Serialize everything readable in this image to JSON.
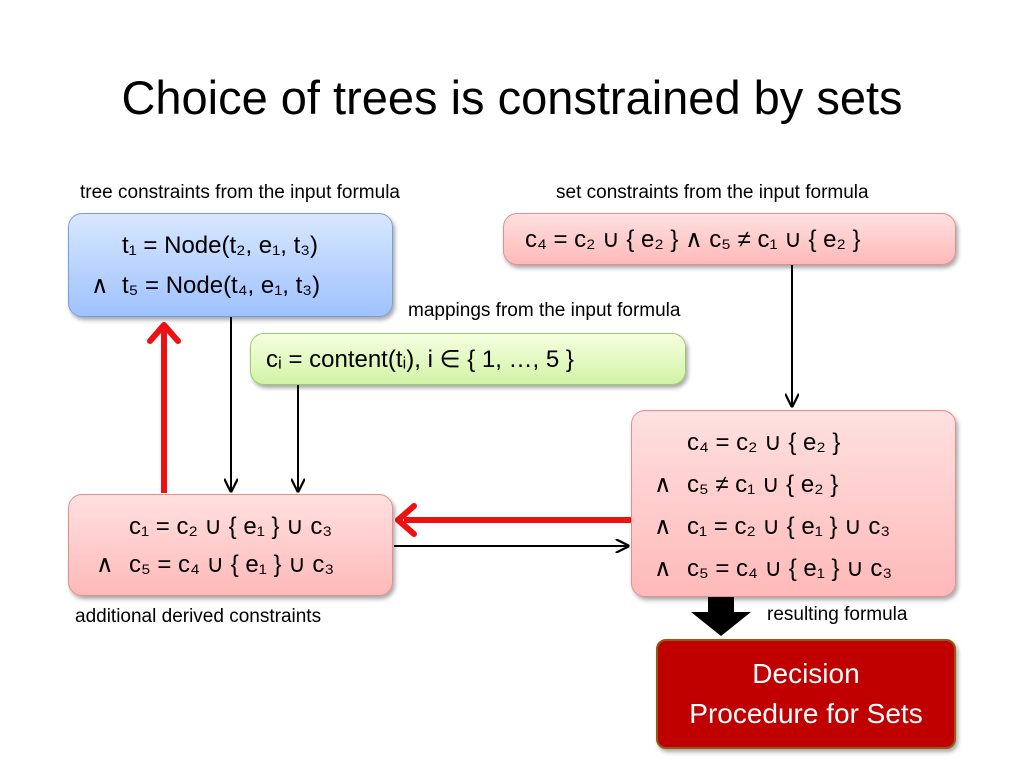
{
  "title": "Choice of trees is constrained by sets",
  "labels": {
    "tree_constraints": "tree constraints from the input formula",
    "set_constraints": "set constraints from the input formula",
    "mappings": "mappings from the input formula",
    "derived": "additional derived constraints",
    "resulting": "resulting formula"
  },
  "boxes": {
    "tree": {
      "line1": "t₁ = Node(t₂, e₁, t₃)",
      "op2": "∧",
      "line2": "t₅ = Node(t₄, e₁, t₃)"
    },
    "set": {
      "line1": "c₄ = c₂ ∪ { e₂ } ∧ c₅ ≠ c₁ ∪ { e₂ }"
    },
    "mapping": {
      "line1": "cᵢ = content(tᵢ), i ∈ { 1, …, 5 }"
    },
    "derived": {
      "line1": "c₁ = c₂ ∪ { e₁ } ∪ c₃",
      "op2": "∧",
      "line2": "c₅ = c₄ ∪ { e₁ } ∪ c₃"
    },
    "result": {
      "line1": "c₄ = c₂ ∪ { e₂ }",
      "op2": "∧",
      "line2": "c₅ ≠ c₁ ∪ { e₂ }",
      "op3": "∧",
      "line3": "c₁ = c₂ ∪ { e₁ } ∪ c₃",
      "op4": "∧",
      "line4": "c₅ = c₄ ∪ { e₁ } ∪ c₃"
    },
    "decision": {
      "line1": "Decision",
      "line2": "Procedure for Sets"
    }
  },
  "colors": {
    "red_arrow": "#ee1111",
    "black_arrow": "#000000",
    "decision_fill": "#c00000"
  }
}
